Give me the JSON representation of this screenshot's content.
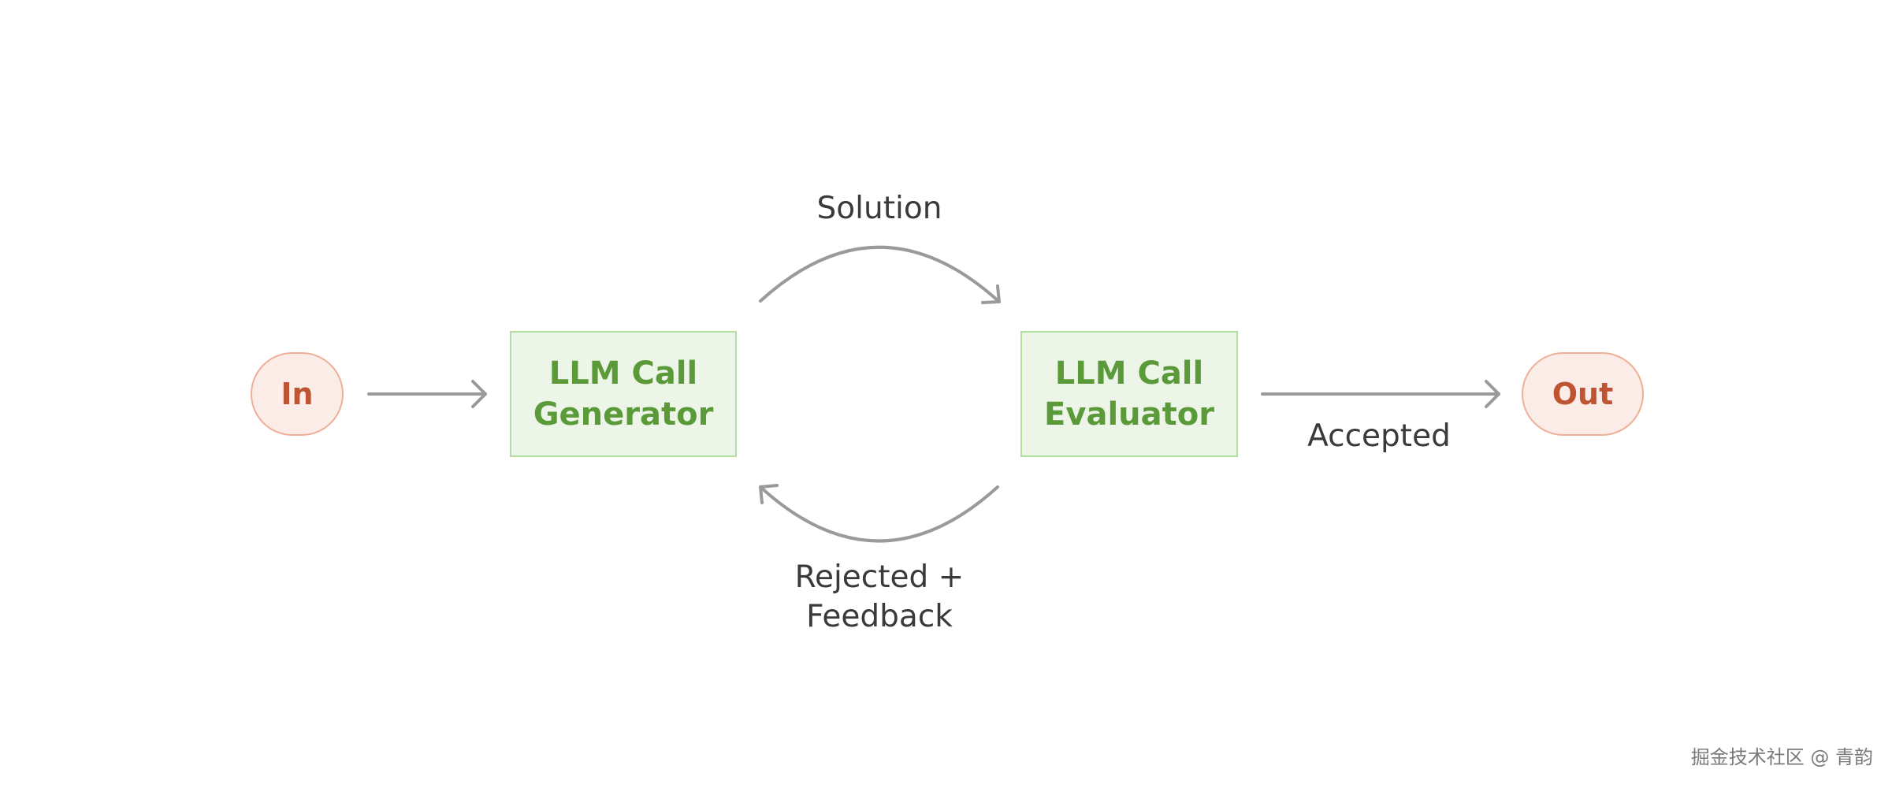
{
  "nodes": {
    "input": "In",
    "generator": {
      "line1": "LLM Call",
      "line2": "Generator"
    },
    "evaluator": {
      "line1": "LLM Call",
      "line2": "Evaluator"
    },
    "output": "Out"
  },
  "edges": {
    "solution": "Solution",
    "rejected": {
      "line1": "Rejected +",
      "line2": "Feedback"
    },
    "accepted": "Accepted"
  },
  "watermark": "掘金技术社区 @ 青韵",
  "colors": {
    "pill_fill": "#fbece7",
    "pill_border": "#eeaf98",
    "pill_text": "#bf5432",
    "box_fill": "#ecf5e8",
    "box_border": "#b2dea0",
    "box_text": "#5a9a38",
    "arrow": "#9a9a9a",
    "label_text": "#3a3a3a"
  }
}
